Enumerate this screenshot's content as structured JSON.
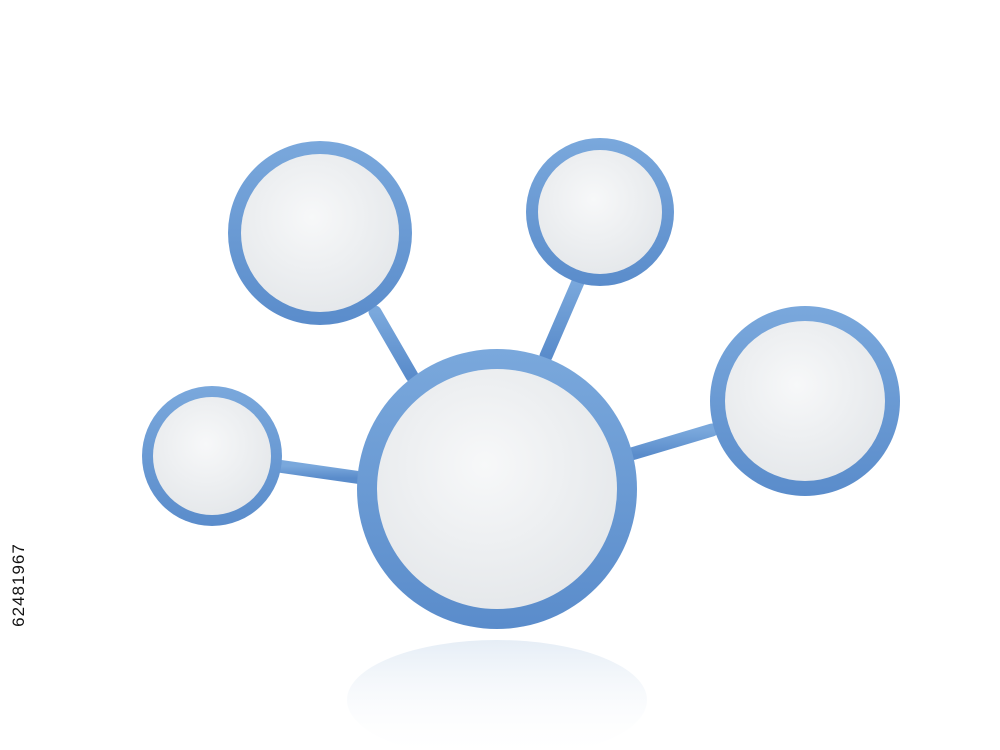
{
  "diagram": {
    "style": "3D hub-and-spoke network of empty circles",
    "ring_color": "#6b9bd1",
    "ring_shade": "#4f82bf",
    "fill_color": "#eef0f2",
    "nodes": [
      {
        "name": "center-hub-node",
        "role": "hub"
      },
      {
        "name": "top-left-node",
        "role": "satellite"
      },
      {
        "name": "top-right-node",
        "role": "satellite"
      },
      {
        "name": "left-node",
        "role": "satellite"
      },
      {
        "name": "right-node",
        "role": "satellite"
      }
    ],
    "connectors": [
      {
        "from": "center-hub-node",
        "to": "top-left-node"
      },
      {
        "from": "center-hub-node",
        "to": "top-right-node"
      },
      {
        "from": "center-hub-node",
        "to": "left-node"
      },
      {
        "from": "center-hub-node",
        "to": "right-node"
      }
    ]
  },
  "watermark": {
    "text": "62481967",
    "orientation": "vertical"
  }
}
